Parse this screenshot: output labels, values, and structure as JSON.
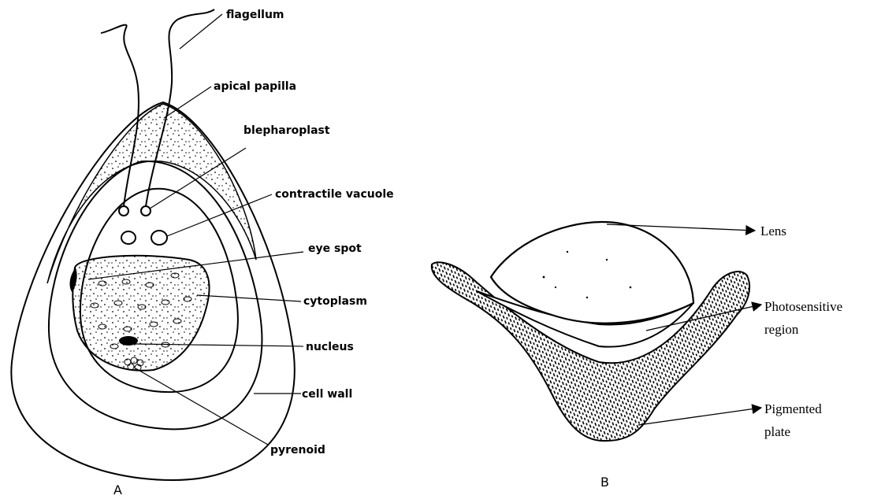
{
  "diagram_a": {
    "caption": "A",
    "labels": {
      "flagellum": "flagellum",
      "apical_papilla": "apical papilla",
      "blepharoplast": "blepharoplast",
      "contractile_vacuole": "contractile vacuole",
      "eye_spot": "eye spot",
      "cytoplasm": "cytoplasm",
      "nucleus": "nucleus",
      "cell_wall": "cell wall",
      "pyrenoid": "pyrenoid"
    }
  },
  "diagram_b": {
    "caption": "B",
    "labels": {
      "lens": "Lens",
      "photosensitive_1": "Photosensitive",
      "photosensitive_2": "region",
      "pigmented_1": "Pigmented",
      "pigmented_2": "plate"
    }
  }
}
